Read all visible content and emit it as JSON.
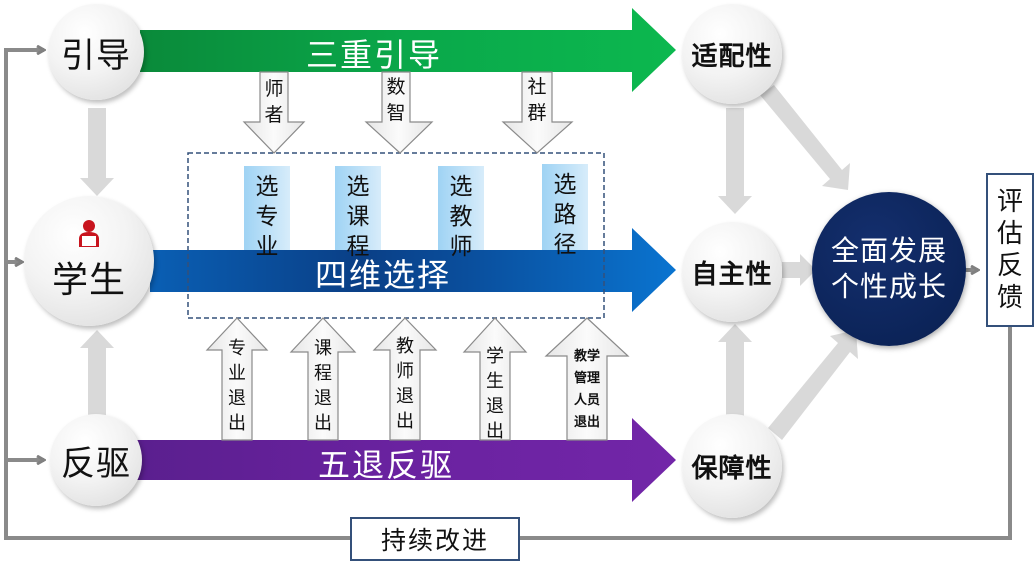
{
  "nodes": {
    "guide": "引导",
    "student": "学生",
    "refute": "反驱",
    "adaptability": "适配性",
    "autonomy": "自主性",
    "guarantee": "保障性",
    "goal_line1": "全面发展",
    "goal_line2": "个性成长"
  },
  "bars": {
    "guide_bar": "三重引导",
    "choice_bar": "四维选择",
    "exit_bar": "五退反驱"
  },
  "bar_colors": {
    "guide": "#0aa84a",
    "choice": "#0a63b8",
    "exit": "#6a22a0",
    "goal": "#0c2459"
  },
  "guide_sources": [
    {
      "chars": [
        "师",
        "者"
      ]
    },
    {
      "chars": [
        "数",
        "智"
      ]
    },
    {
      "chars": [
        "社",
        "群"
      ]
    }
  ],
  "choices": [
    {
      "chars": [
        "选",
        "专",
        "业"
      ]
    },
    {
      "chars": [
        "选",
        "课",
        "程"
      ]
    },
    {
      "chars": [
        "选",
        "教",
        "师"
      ]
    },
    {
      "chars": [
        "选",
        "路",
        "径"
      ]
    }
  ],
  "exits": [
    {
      "chars": [
        "专",
        "业",
        "退",
        "出"
      ]
    },
    {
      "chars": [
        "课",
        "程",
        "退",
        "出"
      ]
    },
    {
      "chars": [
        "教",
        "师",
        "退",
        "出"
      ]
    },
    {
      "chars": [
        "学",
        "生",
        "退",
        "出"
      ]
    },
    {
      "lines": [
        "教学",
        "管理",
        "人员",
        "退出"
      ]
    }
  ],
  "feedback_box": {
    "chars": [
      "评",
      "估",
      "反",
      "馈"
    ]
  },
  "improve_box": "持续改进",
  "icons": {
    "student": "person-at-laptop-icon"
  }
}
